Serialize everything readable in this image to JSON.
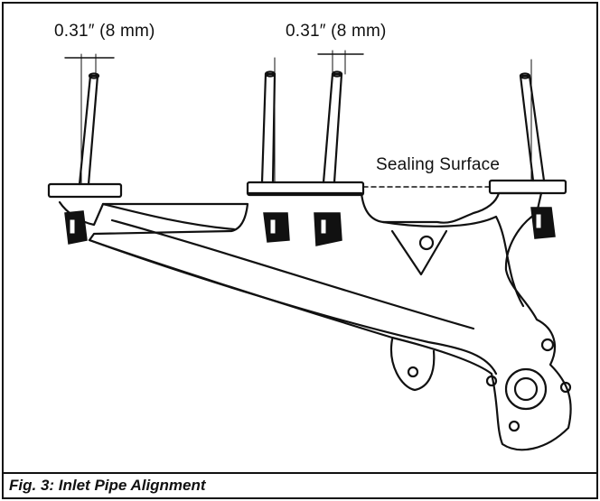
{
  "figure": {
    "caption": "Fig. 3: Inlet Pipe Alignment"
  },
  "labels": {
    "dimension_left": "0.31″ (8 mm)",
    "dimension_center": "0.31″ (8 mm)",
    "sealing_surface": "Sealing Surface"
  },
  "colors": {
    "ink": "#111111",
    "paper": "#ffffff"
  }
}
